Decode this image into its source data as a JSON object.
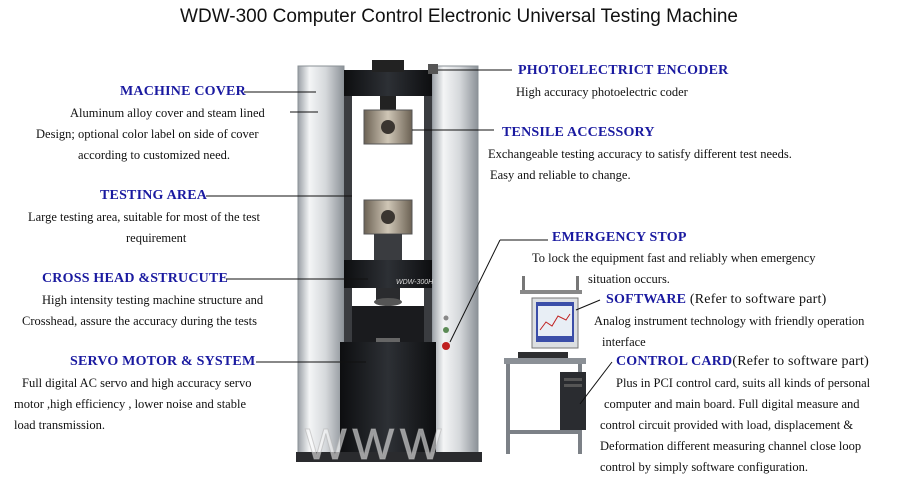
{
  "title": "WDW-300 Computer Control Electronic Universal Testing Machine",
  "machine_plate": "WDW-300H",
  "watermark": "WWW",
  "labels": {
    "machine_cover": {
      "heading": "MACHINE COVER",
      "lines": [
        "Aluminum alloy cover and steam lined",
        "Design; optional color label on side of cover",
        "according to customized need."
      ]
    },
    "testing_area": {
      "heading": "TESTING AREA",
      "lines": [
        "Large testing area, suitable for most of the test",
        "requirement"
      ]
    },
    "cross_head": {
      "heading": "CROSS HEAD &STRUCUTE",
      "lines": [
        "High intensity testing machine structure and",
        "Crosshead, assure the accuracy during the tests"
      ]
    },
    "servo_motor": {
      "heading": "SERVO MOTOR & SYSTEM",
      "lines": [
        "Full digital AC servo and high accuracy servo",
        "motor ,high efficiency , lower noise and stable",
        "load transmission."
      ]
    },
    "encoder": {
      "heading": "PHOTOELECTRICT ENCODER",
      "lines": [
        "High accuracy photoelectric coder"
      ]
    },
    "tensile": {
      "heading": "TENSILE ACCESSORY",
      "lines": [
        "Exchangeable testing accuracy to satisfy different test needs.",
        "Easy and reliable to change."
      ]
    },
    "emergency": {
      "heading": "EMERGENCY STOP",
      "lines": [
        "To lock the equipment fast and reliably when emergency",
        "situation occurs."
      ]
    },
    "software": {
      "heading": "SOFTWARE",
      "suffix": " (Refer to software part)",
      "lines": [
        "Analog instrument technology with friendly operation",
        "interface"
      ]
    },
    "control_card": {
      "heading": "CONTROL CARD",
      "suffix": "(Refer to software part)",
      "lines": [
        "Plus in PCI control card, suits all kinds of personal",
        "computer and main board. Full digital measure and",
        "control circuit provided with load, displacement &",
        "Deformation different measuring channel close loop",
        "control by simply software configuration."
      ]
    }
  },
  "colors": {
    "heading": "#1a1aa0",
    "frame": "#c8ccd0",
    "dark": "#1b1c1f"
  },
  "icons": [
    "return-mark-icon"
  ]
}
